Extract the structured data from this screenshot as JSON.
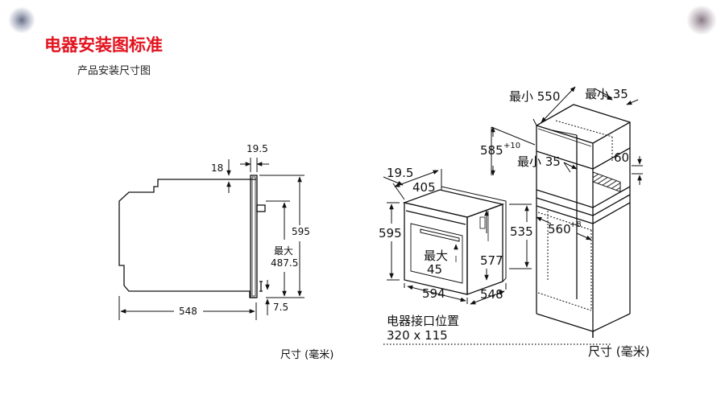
{
  "header": {
    "title": "电器安装图标准",
    "subtitle": "产品安装尺寸图"
  },
  "side_view": {
    "dim_top_offset": "19.5",
    "dim_18": "18",
    "dim_height": "595",
    "dim_max_line1": "最大",
    "dim_max_line2": "487.5",
    "dim_7_5": "7.5",
    "dim_depth": "548",
    "units": "尺寸 (毫米)"
  },
  "front_view": {
    "dim_19_5": "19.5",
    "dim_405": "405",
    "dim_595": "595",
    "dim_max_line1": "最大",
    "dim_max_line2": "45",
    "dim_577": "577",
    "dim_535": "535",
    "dim_594": "594",
    "dim_548": "548",
    "connection_label": "电器接口位置",
    "connection_size": "320 x 115"
  },
  "cabinet_view": {
    "dim_min_550": "最小 550",
    "dim_min_35_top": "最小 35",
    "dim_585": "585",
    "dim_585_sup": "+10",
    "dim_min_35_mid": "最小 35",
    "dim_60": "60",
    "dim_560": "560",
    "dim_560_sup": "+8",
    "units": "尺寸 (毫米)"
  }
}
